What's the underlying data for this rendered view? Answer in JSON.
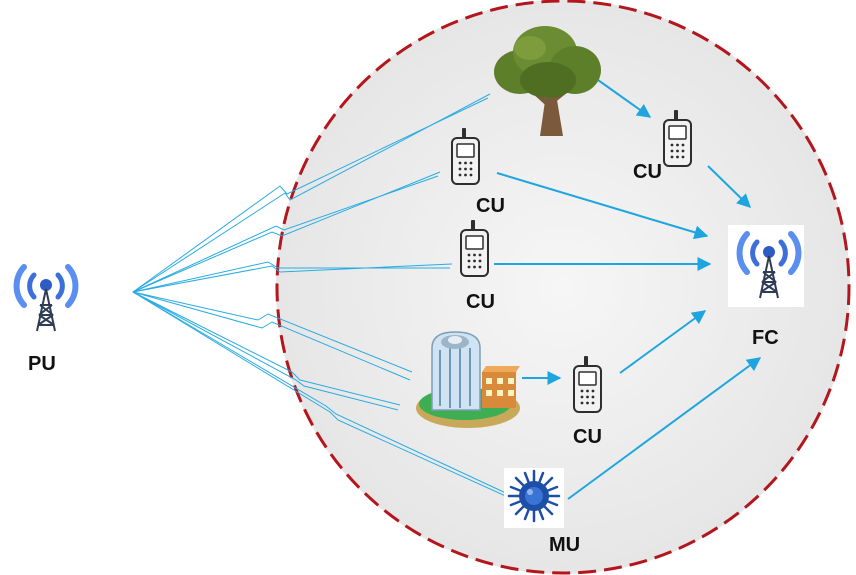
{
  "labels": {
    "pu": "PU",
    "fc": "FC",
    "cu_top": "CU",
    "cu_upper": "CU",
    "cu_middle": "CU",
    "cu_lower": "CU",
    "mu": "MU"
  },
  "icons": {
    "primary_user": "radio-tower-icon",
    "fusion_center": "radio-tower-icon",
    "obstacle_tree": "tree-icon",
    "obstacle_building": "building-icon",
    "cognitive_users": "mobile-phone-icon",
    "malicious_user": "virus-icon"
  },
  "colors": {
    "boundary": "#b3161c",
    "region_fill": "#ebebeb",
    "signal_line": "#29abe2",
    "arrow": "#1ea5e0",
    "tower": "#3c6fd8",
    "virus": "#1d4fa8"
  }
}
